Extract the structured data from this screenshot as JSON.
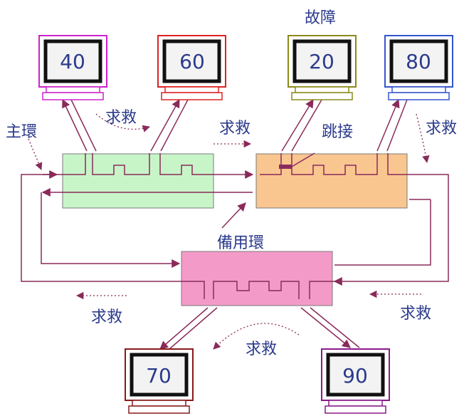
{
  "diagram": {
    "labels": {
      "fault": "故障",
      "main_ring": "主環",
      "backup_ring": "備用環",
      "bypass": "跳接",
      "help": "求救"
    },
    "stations": [
      {
        "id": "s40",
        "value": "40",
        "color": "#cc22cc"
      },
      {
        "id": "s60",
        "value": "60",
        "color": "#dd2222"
      },
      {
        "id": "s20",
        "value": "20",
        "color": "#8a8a1a"
      },
      {
        "id": "s80",
        "value": "80",
        "color": "#3355cc"
      },
      {
        "id": "s70",
        "value": "70",
        "color": "#8a1a1a"
      },
      {
        "id": "s90",
        "value": "90",
        "color": "#8a1a8a"
      }
    ],
    "concentrators": [
      {
        "id": "hub-left",
        "color": "#c8f5c8"
      },
      {
        "id": "hub-right",
        "color": "#f9c690"
      },
      {
        "id": "hub-bottom",
        "color": "#f49ac8"
      }
    ],
    "line_color": "#8a2a5a"
  }
}
